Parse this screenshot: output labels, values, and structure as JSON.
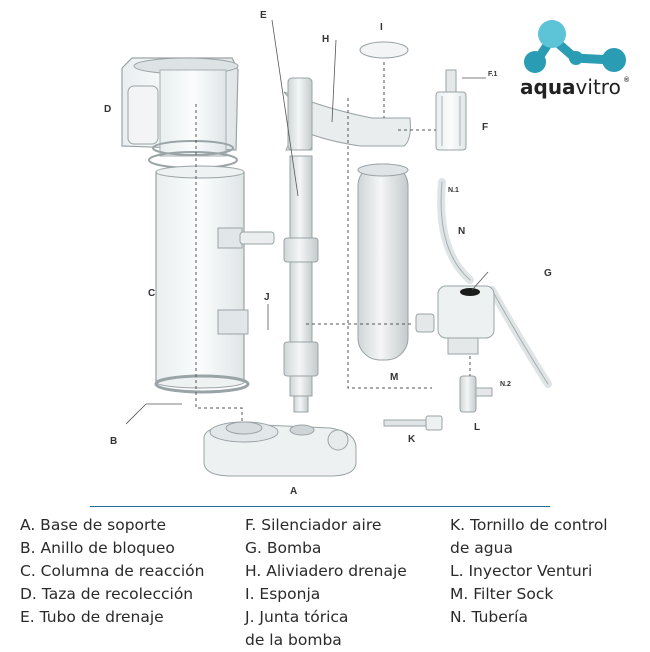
{
  "brand": {
    "name_bold": "aqua",
    "name_light": "vitro",
    "registered": "®",
    "colors": {
      "logo_teal": "#2a9cb3",
      "logo_light": "#5cc4d6",
      "separator": "#1e6f9a"
    }
  },
  "labels": {
    "A": "A",
    "B": "B",
    "C": "C",
    "D": "D",
    "E": "E",
    "F": "F",
    "F1": "F.1",
    "G": "G",
    "H": "H",
    "I": "I",
    "J": "J",
    "K": "K",
    "L": "L",
    "M": "M",
    "N": "N",
    "N1": "N.1",
    "N2": "N.2"
  },
  "legend": {
    "col1": [
      "A. Base de soporte",
      "B. Anillo de bloqueo",
      "C. Columna de reacción",
      "D. Taza de recolección",
      "E. Tubo de drenaje"
    ],
    "col2": [
      "F. Silenciador aire",
      "G. Bomba",
      "H. Aliviadero drenaje",
      "I. Esponja",
      "J. Junta tórica",
      "de la bomba"
    ],
    "col3": [
      "K. Tornillo de control",
      "de agua",
      "L. Inyector Venturi",
      "M. Filter Sock",
      "N. Tubería"
    ]
  }
}
